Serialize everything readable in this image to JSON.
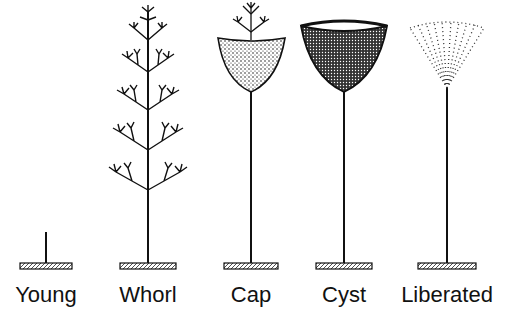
{
  "diagram": {
    "labels": [
      "Young",
      "Whorl",
      "Cap",
      "Cyst",
      "Liberated"
    ]
  }
}
